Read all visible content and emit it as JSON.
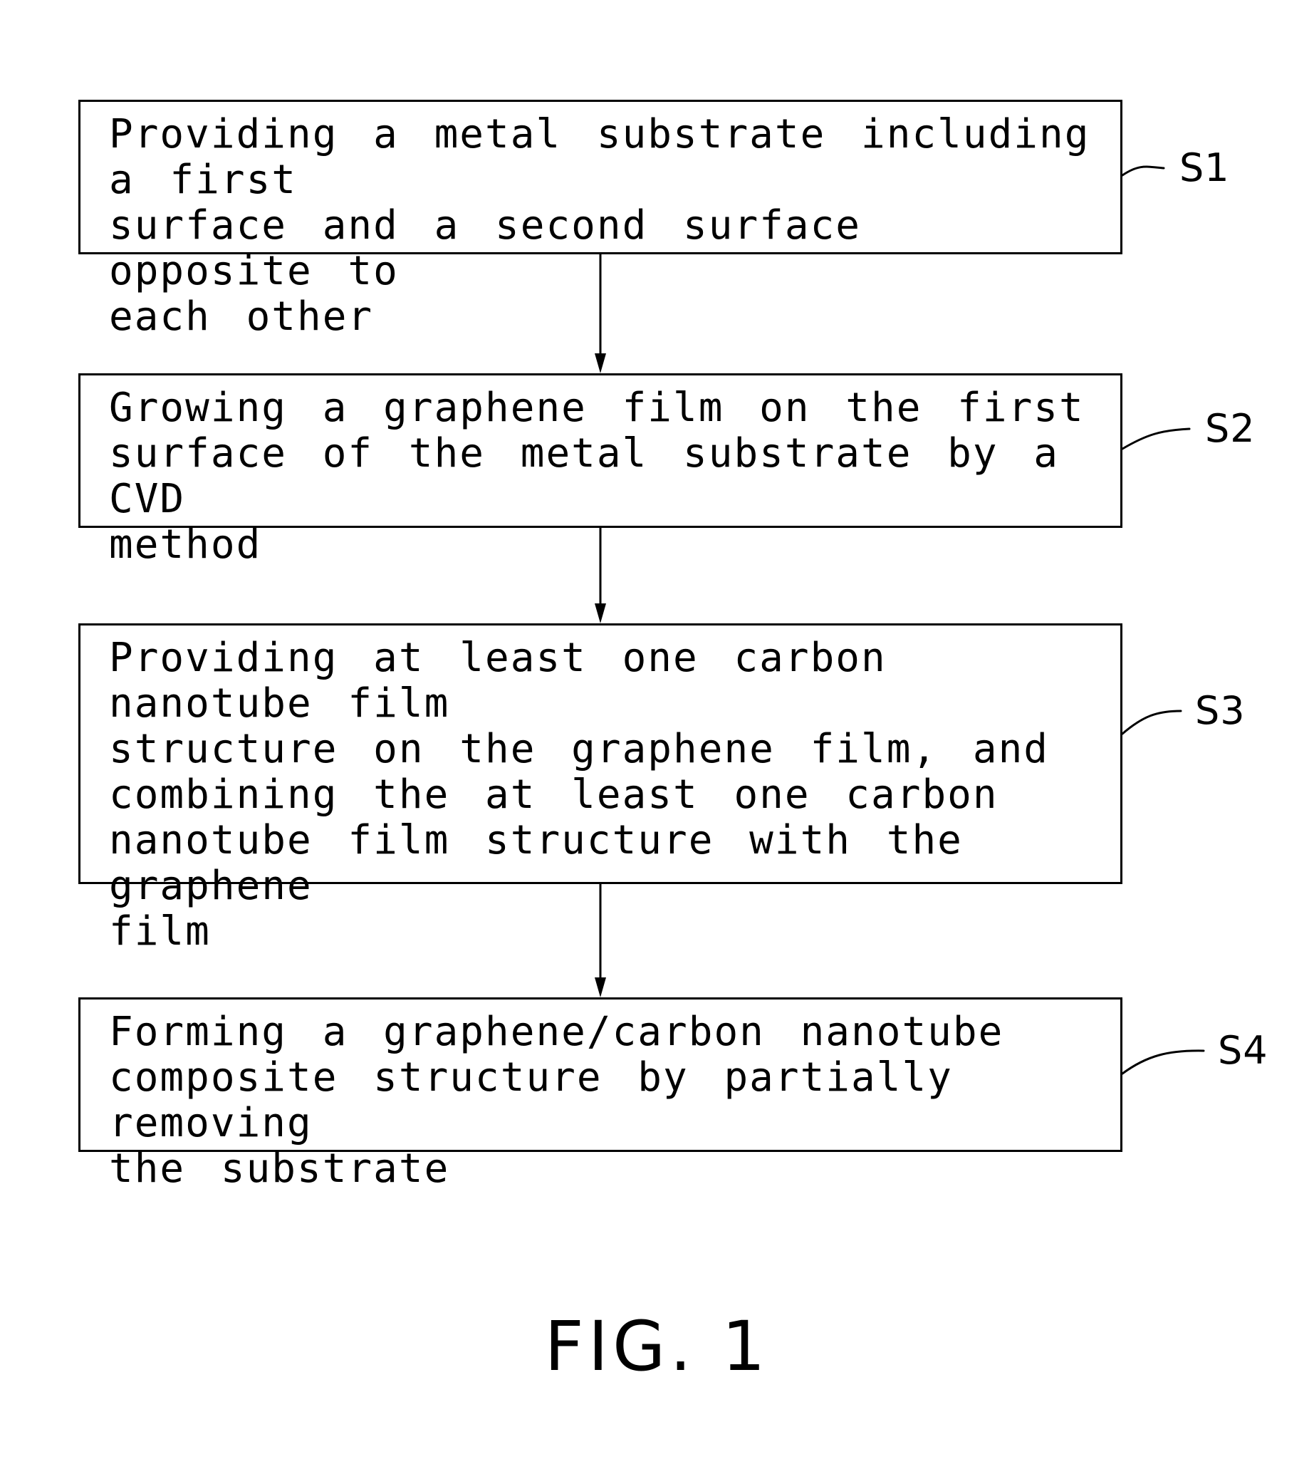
{
  "steps": [
    {
      "id": "S1",
      "text": "Providing a metal substrate including a first\nsurface and a second surface opposite to\neach other"
    },
    {
      "id": "S2",
      "text": "Growing a graphene film on the first\nsurface of the metal substrate by a CVD\nmethod"
    },
    {
      "id": "S3",
      "text": "Providing at least one carbon nanotube film\nstructure on the graphene film, and\ncombining the at least one carbon\nnanotube film structure with the graphene\nfilm"
    },
    {
      "id": "S4",
      "text": "Forming a graphene/carbon nanotube\ncomposite structure by partially removing\nthe substrate"
    }
  ],
  "figure_label": "FIG. 1"
}
